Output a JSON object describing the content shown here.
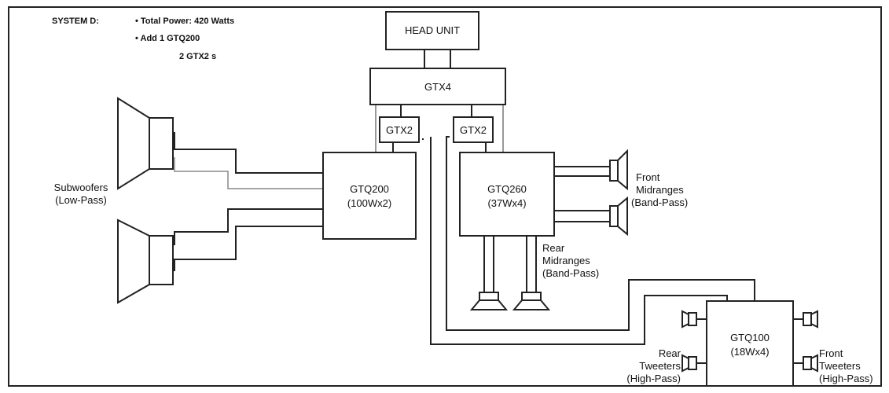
{
  "header": {
    "system": "SYSTEM D:",
    "total_power": "• Total Power: 420 Watts",
    "add_line1": "• Add  1 GTQ200",
    "add_line2": "2 GTX2 s"
  },
  "units": {
    "head_unit": "HEAD UNIT",
    "gtx4": "GTX4",
    "gtx2_left": "GTX2",
    "gtx2_right": "GTX2",
    "gtq200_name": "GTQ200",
    "gtq200_power": "(100Wx2)",
    "gtq260_name": "GTQ260",
    "gtq260_power": "(37Wx4)",
    "gtq100_name": "GTQ100",
    "gtq100_power": "(18Wx4)"
  },
  "speakers": {
    "subwoofers_line1": "Subwoofers",
    "subwoofers_line2": "(Low-Pass)",
    "front_mid_line1": "Front",
    "front_mid_line2": "Midranges",
    "front_mid_line3": "(Band-Pass)",
    "rear_mid_line1": "Rear",
    "rear_mid_line2": "Midranges",
    "rear_mid_line3": "(Band-Pass)",
    "rear_tw_line1": "Rear",
    "rear_tw_line2": "Tweeters",
    "rear_tw_line3": "(High-Pass)",
    "front_tw_line1": "Front",
    "front_tw_line2": "Tweeters",
    "front_tw_line3": "(High-Pass)"
  }
}
